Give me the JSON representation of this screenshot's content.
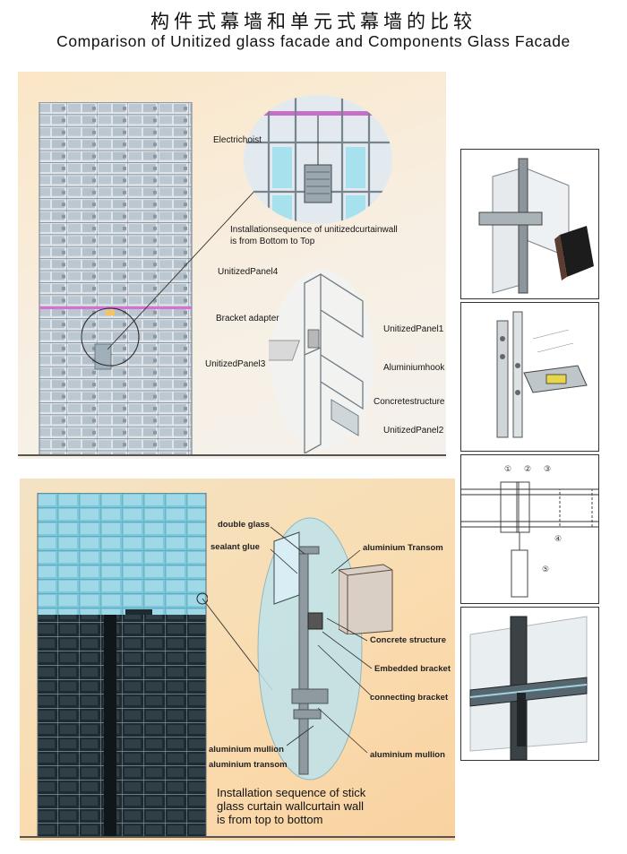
{
  "title_cn": "构件式幕墙和单元式幕墙的比较",
  "title_en": "Comparison of Unitized glass facade and Components Glass Facade",
  "unitized": {
    "labels": {
      "electric_hoist": "Electrichoist",
      "installation_line1": "Installationsequence of unitizedcurtainwall",
      "installation_line2": "is from Bottom to Top",
      "panel4": "UnitizedPanel4",
      "bracket_adapter": "Bracket adapter",
      "panel3": "UnitizedPanel3",
      "panel1": "UnitizedPanel1",
      "aluminium_hook": "Aluminiumhook",
      "concrete_structure": "Concretestructure",
      "panel2": "UnitizedPanel2"
    }
  },
  "stick": {
    "labels": {
      "double_glass": "double glass",
      "sealant_glue": "sealant glue",
      "aluminium_transom_right": "aluminium Transom",
      "concrete_structure": "Concrete structure",
      "embedded_bracket": "Embedded bracket",
      "connecting_bracket": "connecting bracket",
      "aluminium_mullion_right": "aluminium mullion",
      "aluminium_mullion_left": "aluminium mullion",
      "aluminium_transom_left": "aluminium transom",
      "installation_line1": "Installation sequence of stick",
      "installation_line2": "glass curtain wallcurtain wall",
      "installation_line3": "is from top to bottom"
    }
  },
  "section_markers": [
    "①",
    "②",
    "③",
    "④",
    "⑤"
  ],
  "colors": {
    "glass_blue": "#7ec8dc",
    "dark_glass": "#1d2a30",
    "frame_grey": "#8f9aa0",
    "highlight_pink": "#d86fd3",
    "peach_bg": "#fbe2bc"
  }
}
